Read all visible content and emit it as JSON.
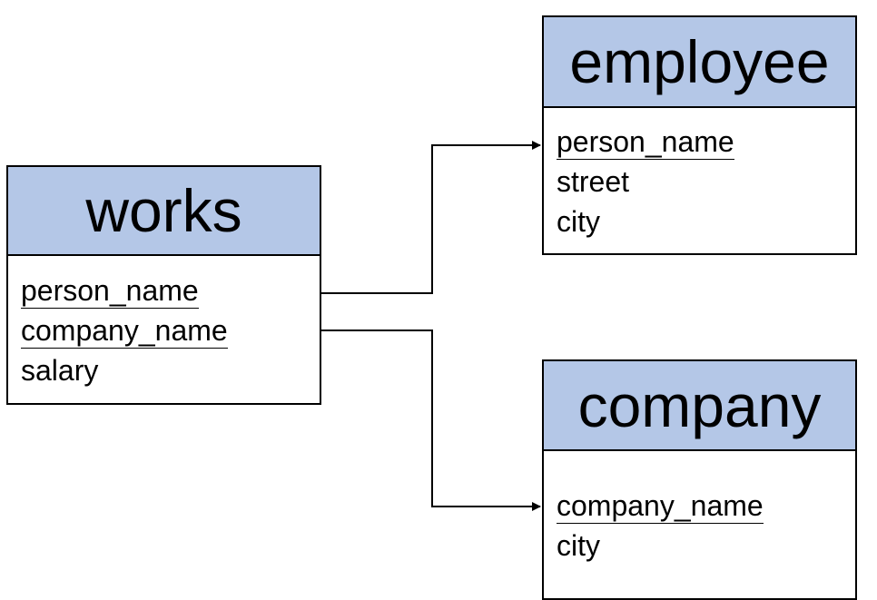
{
  "tables": {
    "works": {
      "title": "works",
      "attributes": [
        {
          "name": "person_name",
          "key": true
        },
        {
          "name": "company_name",
          "key": true
        },
        {
          "name": "salary",
          "key": false
        }
      ]
    },
    "employee": {
      "title": "employee",
      "attributes": [
        {
          "name": "person_name",
          "key": true
        },
        {
          "name": "street",
          "key": false
        },
        {
          "name": "city",
          "key": false
        }
      ]
    },
    "company": {
      "title": "company",
      "attributes": [
        {
          "name": "company_name",
          "key": true
        },
        {
          "name": "city",
          "key": false
        }
      ]
    }
  },
  "relationships": [
    {
      "from": "works.person_name",
      "to": "employee.person_name"
    },
    {
      "from": "works.company_name",
      "to": "company.company_name"
    }
  ],
  "colors": {
    "header_fill": "#b4c7e7",
    "border": "#000000",
    "background": "#ffffff"
  }
}
